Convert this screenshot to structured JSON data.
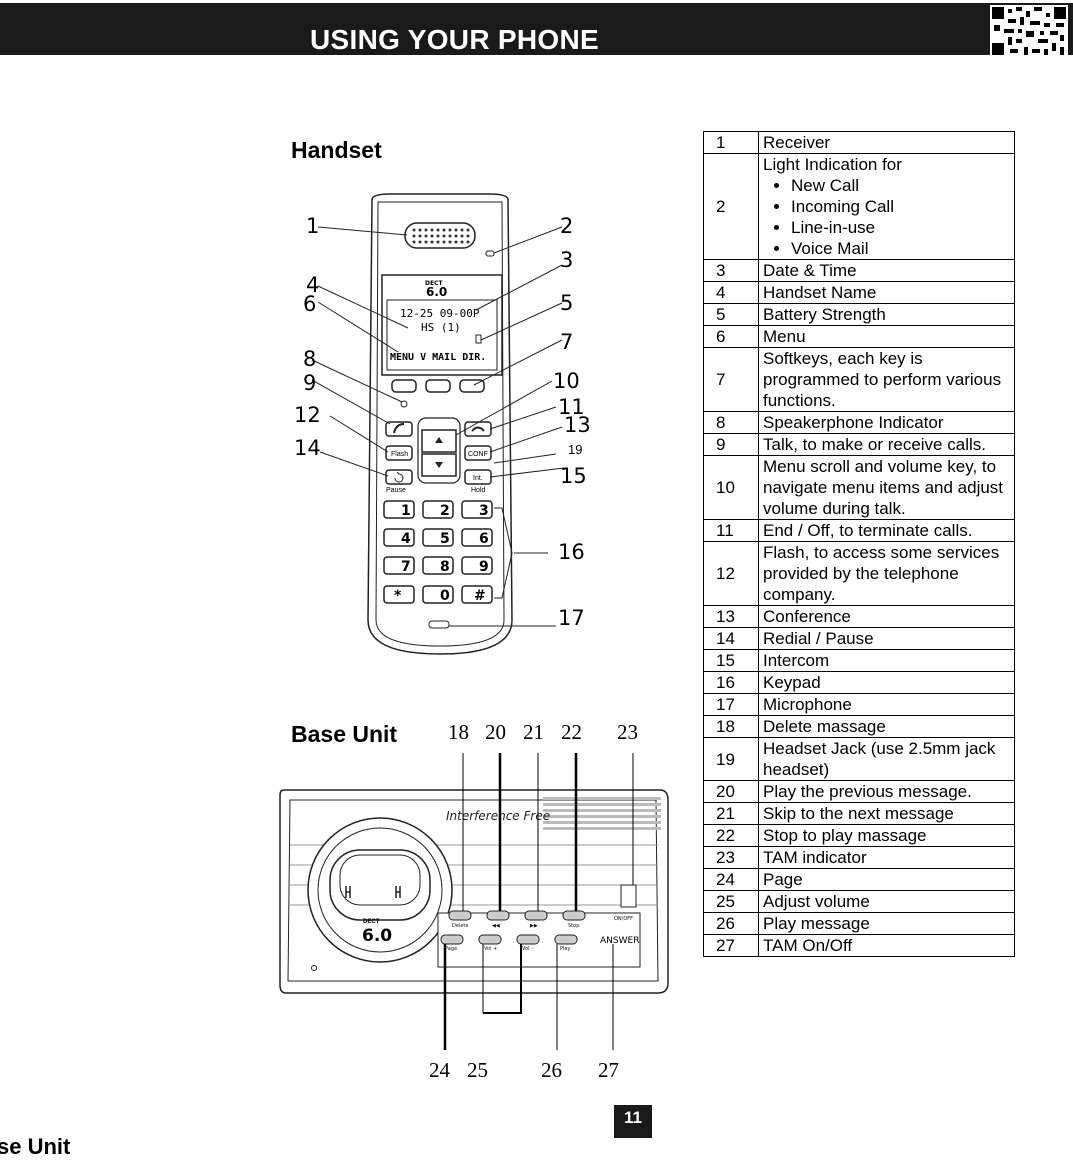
{
  "header": {
    "title": "USING YOUR PHONE"
  },
  "sections": {
    "handset": "Handset",
    "base_unit": "Base Unit"
  },
  "handset_screen": {
    "brand_top": "DECT",
    "brand_num": "6.0",
    "datetime": "12-25  09-00P",
    "name": "HS (1)",
    "softkeys": "MENU V MAIL DIR."
  },
  "handset_keys": {
    "flash": "Flash",
    "pause": "Pause",
    "conf": "CONF",
    "int": "Int.",
    "hold": "Hold"
  },
  "handset_callouts": [
    "1",
    "2",
    "3",
    "4",
    "5",
    "6",
    "7",
    "8",
    "9",
    "10",
    "11",
    "12",
    "13",
    "14",
    "15",
    "16",
    "17",
    "19"
  ],
  "base_unit_device": {
    "brand_text": "Interference Free",
    "dect_top": "DECT",
    "dect_num": "6.0",
    "buttons_top": [
      "Delete",
      "◀◀",
      "▶▶",
      "Stop"
    ],
    "buttons_bottom": [
      "Page",
      "Vol +",
      "Vol -",
      "Play"
    ],
    "on_off": "ON/OFF",
    "answer": "ANSWER"
  },
  "base_callouts_top": [
    "18",
    "20",
    "21",
    "22",
    "23"
  ],
  "base_callouts_bottom": [
    "24",
    "25",
    "26",
    "27"
  ],
  "legend": [
    {
      "num": "1",
      "text": "Receiver"
    },
    {
      "num": "2",
      "text": "Light Indication for",
      "bullets": [
        "New Call",
        "Incoming Call",
        "Line-in-use",
        "Voice Mail"
      ]
    },
    {
      "num": "3",
      "text": "Date & Time"
    },
    {
      "num": "4",
      "text": "Handset Name"
    },
    {
      "num": "5",
      "text": "Battery Strength"
    },
    {
      "num": "6",
      "text": "Menu"
    },
    {
      "num": "7",
      "text": "Softkeys, each key is programmed to perform various functions."
    },
    {
      "num": "8",
      "text": "Speakerphone Indicator"
    },
    {
      "num": "9",
      "text": "Talk, to make or receive calls."
    },
    {
      "num": "10",
      "text": "Menu scroll and volume key, to navigate menu items and adjust volume during talk."
    },
    {
      "num": "11",
      "text": "End / Off, to terminate calls."
    },
    {
      "num": "12",
      "text": "Flash, to access some services provided by the telephone company."
    },
    {
      "num": "13",
      "text": "Conference"
    },
    {
      "num": "14",
      "text": "Redial / Pause"
    },
    {
      "num": "15",
      "text": "Intercom"
    },
    {
      "num": "16",
      "text": "Keypad"
    },
    {
      "num": "17",
      "text": "Microphone"
    },
    {
      "num": "18",
      "text": "Delete massage"
    },
    {
      "num": "19",
      "text": "Headset Jack (use 2.5mm jack headset)"
    },
    {
      "num": "20",
      "text": "Play the previous message."
    },
    {
      "num": "21",
      "text": "Skip to the next message"
    },
    {
      "num": "22",
      "text": "Stop to play massage"
    },
    {
      "num": "23",
      "text": "TAM indicator"
    },
    {
      "num": "24",
      "text": "Page"
    },
    {
      "num": "25",
      "text": "Adjust volume"
    },
    {
      "num": "26",
      "text": "Play message"
    },
    {
      "num": "27",
      "text": "TAM On/Off"
    }
  ],
  "page_number": "11",
  "footer_fragment": "se Unit"
}
